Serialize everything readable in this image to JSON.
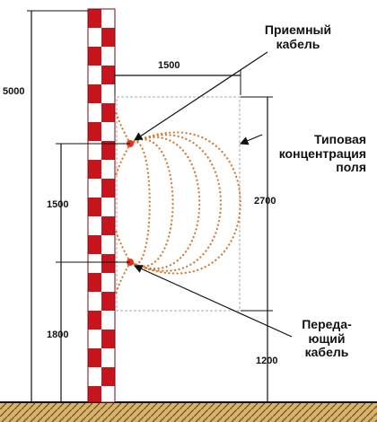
{
  "labels": {
    "total_height": "5000",
    "horizontal_extent": "1500",
    "receiver_spacing": "1500",
    "transmitter_height": "1800",
    "field_height": "2700",
    "field_bottom_height": "1200",
    "receiving_cable": "Приемный\nкабель",
    "typical_field": "Типовая\nконцентрация\nполя",
    "transmitting_cable": "Переда-\nющий\nкабель"
  },
  "colors": {
    "pole_red": "#c8141c",
    "pole_white": "#ffffff",
    "field_dots": "#d4762c",
    "cable_points": "#e8311c",
    "ground": "#d9b36a",
    "line": "#111111",
    "guide": "#a8a8a8"
  }
}
